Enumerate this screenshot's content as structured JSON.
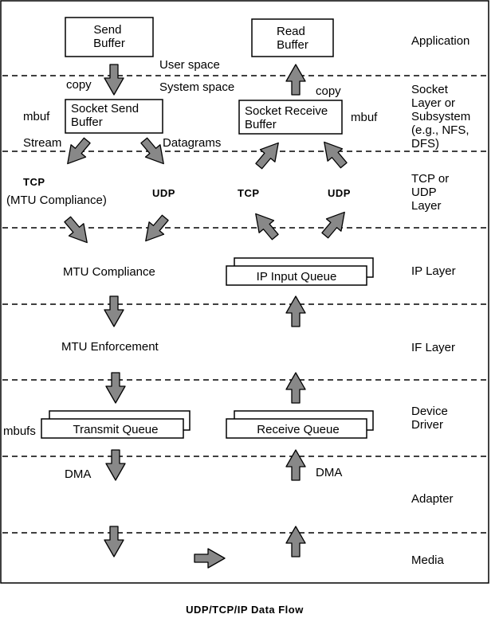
{
  "layers": {
    "application": "Application",
    "socket": [
      "Socket",
      "Layer or",
      "Subsystem",
      "(e.g., NFS,",
      "DFS)"
    ],
    "tcp_udp": [
      "TCP or",
      "UDP",
      "Layer"
    ],
    "ip": "IP Layer",
    "if": "IF Layer",
    "device_driver": [
      "Device",
      "Driver"
    ],
    "adapter": "Adapter",
    "media": "Media"
  },
  "send_side": {
    "send_buffer": [
      "Send",
      "Buffer"
    ],
    "copy": "copy",
    "mbuf": "mbuf",
    "socket_send_buffer": [
      "Socket Send",
      "Buffer"
    ],
    "stream": "Stream",
    "datagrams": "Datagrams",
    "tcp": "TCP",
    "tcp_note": "(MTU Compliance)",
    "udp": "UDP",
    "mtu_compliance": "MTU Compliance",
    "mtu_enforcement": "MTU Enforcement",
    "mbufs": "mbufs",
    "transmit_queue": "Transmit Queue",
    "dma": "DMA"
  },
  "receive_side": {
    "read_buffer": [
      "Read",
      "Buffer"
    ],
    "copy": "copy",
    "mbuf": "mbuf",
    "socket_receive_buffer": [
      "Socket Receive",
      "Buffer"
    ],
    "tcp": "TCP",
    "udp": "UDP",
    "ip_input_queue": "IP Input Queue",
    "receive_queue": "Receive Queue",
    "dma": "DMA"
  },
  "space": {
    "user": "User space",
    "system": "System space"
  },
  "caption": "UDP/TCP/IP Data Flow"
}
